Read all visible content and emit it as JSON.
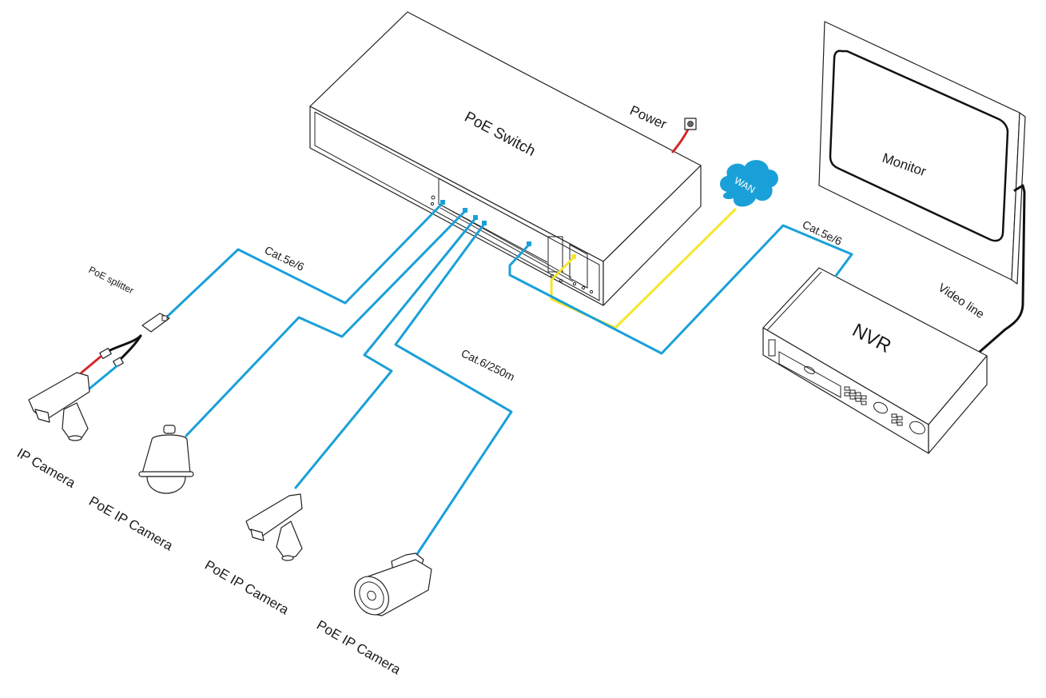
{
  "colors": {
    "ethernet_cable": "#1aa0d8",
    "wan_cable": "#f5e62a",
    "power_cable": "#d42a2a",
    "video_line": "#111111",
    "cloud_fill": "#1aa0d8",
    "cloud_text": "#ffffff"
  },
  "devices": {
    "switch": {
      "label": "PoE Switch"
    },
    "monitor": {
      "label": "Monitor"
    },
    "nvr": {
      "label": "NVR"
    },
    "wan": {
      "label": "WAN"
    },
    "power_outlet": {
      "label": "Power"
    },
    "splitter": {
      "label": "PoE splitter"
    }
  },
  "cameras": [
    {
      "label": "IP Camera",
      "type": "box"
    },
    {
      "label": "PoE IP Camera",
      "type": "dome"
    },
    {
      "label": "PoE IP Camera",
      "type": "box"
    },
    {
      "label": "PoE IP Camera",
      "type": "bullet"
    }
  ],
  "cable_labels": {
    "left_cat": "Cat.5e/6",
    "long_run": "Cat.6/250m",
    "nvr_cat": "Cat.5e/6",
    "video_line": "Video line"
  }
}
